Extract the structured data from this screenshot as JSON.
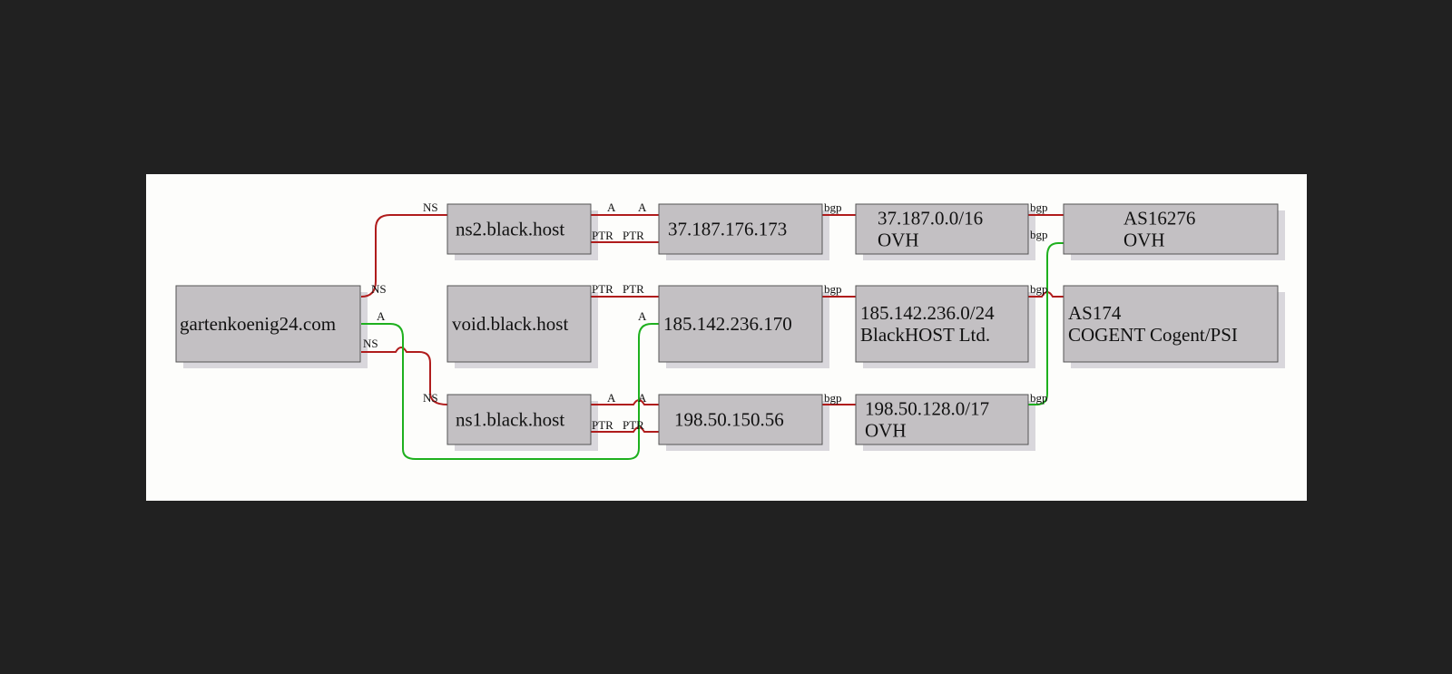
{
  "nodes": {
    "domain": {
      "lines": [
        "gartenkoenig24.com"
      ]
    },
    "ns2": {
      "lines": [
        "ns2.black.host"
      ]
    },
    "void": {
      "lines": [
        "void.black.host"
      ]
    },
    "ns1": {
      "lines": [
        "ns1.black.host"
      ]
    },
    "ip1": {
      "lines": [
        "37.187.176.173"
      ]
    },
    "ip2": {
      "lines": [
        "185.142.236.170"
      ]
    },
    "ip3": {
      "lines": [
        "198.50.150.56"
      ]
    },
    "net1": {
      "lines": [
        "37.187.0.0/16",
        "OVH"
      ]
    },
    "net2": {
      "lines": [
        "185.142.236.0/24",
        "BlackHOST Ltd."
      ]
    },
    "net3": {
      "lines": [
        "198.50.128.0/17",
        "OVH"
      ]
    },
    "as1": {
      "lines": [
        "AS16276",
        "OVH"
      ]
    },
    "as2": {
      "lines": [
        "AS174",
        "COGENT Cogent/PSI"
      ]
    }
  },
  "edge_labels": {
    "ns": "NS",
    "a": "A",
    "ptr": "PTR",
    "bgp": "bgp"
  },
  "colors": {
    "background": "#212121",
    "panel": "#fdfdfb",
    "node_fill": "#c3c0c3",
    "node_shadow": "#d9d7dc",
    "node_border": "#555555",
    "edge_red": "#b01c1c",
    "edge_green": "#1eb01e"
  }
}
